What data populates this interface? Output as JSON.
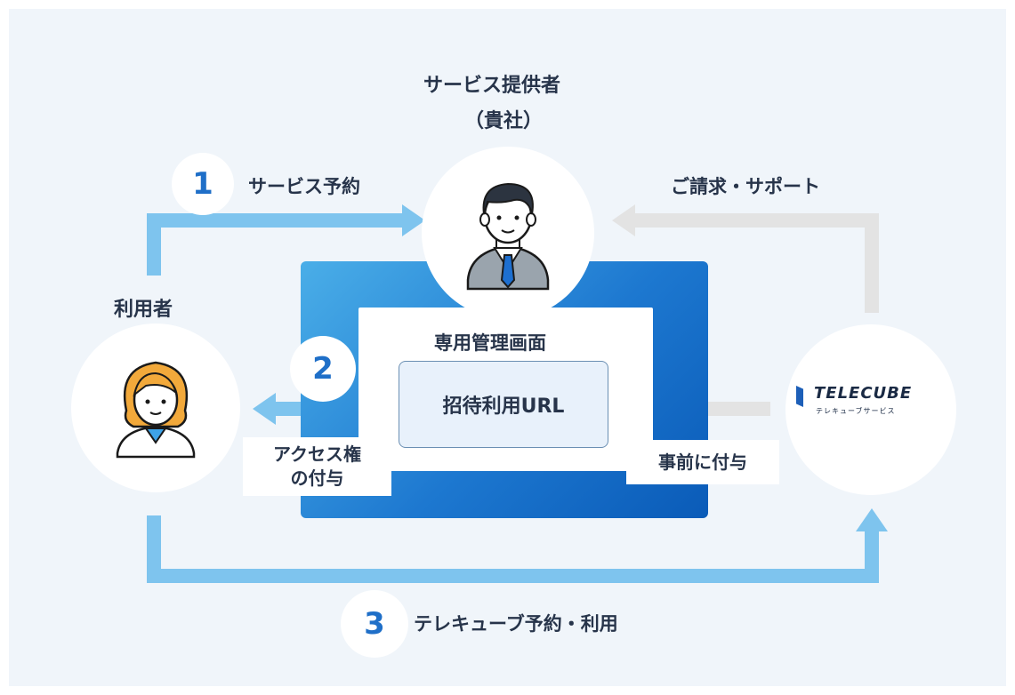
{
  "provider": {
    "title_line1": "サービス提供者",
    "title_line2": "（貴社）"
  },
  "user": {
    "title": "利用者"
  },
  "steps": [
    {
      "number": "1",
      "label": "サービス予約"
    },
    {
      "number": "2",
      "label": ""
    },
    {
      "number": "3",
      "label": "テレキューブ予約・利用"
    }
  ],
  "billing_label": "ご請求・サポート",
  "panel": {
    "title": "専用管理画面",
    "url_label": "招待利用URL"
  },
  "access_tag": {
    "line1": "アクセス権",
    "line2": "の付与"
  },
  "prior_tag": "事前に付与",
  "logo": {
    "name": "TELECUBE",
    "sub": "テレキューブサービス"
  },
  "colors": {
    "blue_arrow": "#7ec4ee",
    "gray_arrow": "#e3e3e3",
    "number_blue": "#1f6fc8",
    "panel_blue": "#1d78d0"
  }
}
